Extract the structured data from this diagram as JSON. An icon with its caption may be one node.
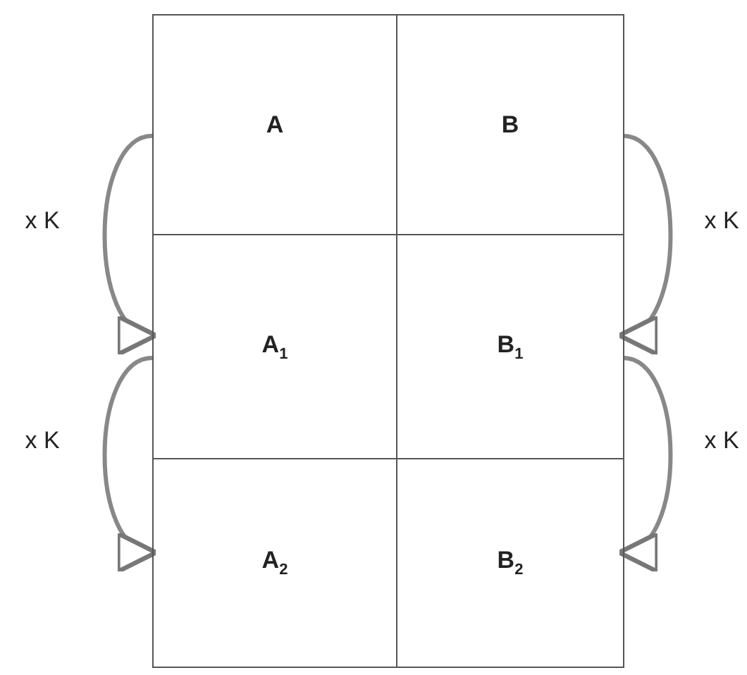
{
  "diagram": {
    "nodes": [
      {
        "text": [
          "A"
        ]
      },
      {
        "text": [
          "B"
        ]
      },
      {
        "text": [
          "A$_{1}$"
        ]
      },
      {
        "text": [
          "B$_{1}$"
        ]
      },
      {
        "text": [
          "A$_{2}$"
        ]
      },
      {
        "text": [
          "B$_{2}$"
        ]
      }
    ],
    "edges": [
      {
        "from": 0,
        "to": 2,
        "arrow": "to",
        "label": "x K"
      },
      {
        "from": 1,
        "to": 3,
        "arrow": "to",
        "label": "x K"
      },
      {
        "from": 2,
        "to": 4,
        "arrow": "to",
        "label": "x K"
      },
      {
        "from": 3,
        "to": 5,
        "arrow": "to",
        "label": "x K"
      }
    ]
  }
}
